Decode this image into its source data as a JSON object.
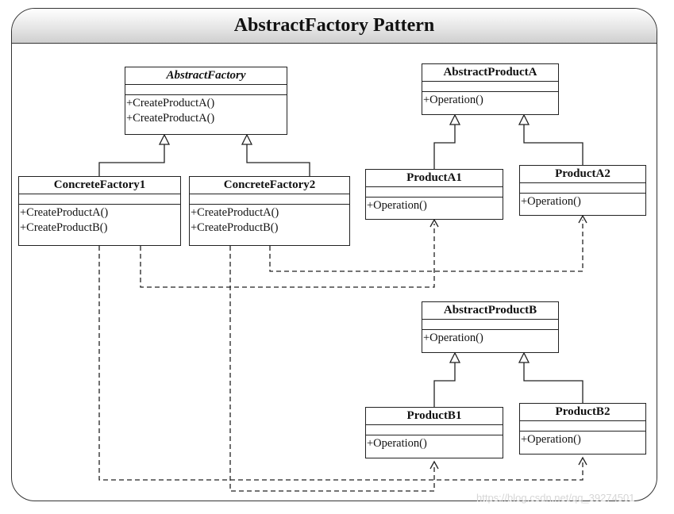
{
  "title": "AbstractFactory Pattern",
  "classes": {
    "abstract_factory": {
      "name": "AbstractFactory",
      "ops": [
        "+CreateProductA()",
        "+CreateProductA()"
      ]
    },
    "concrete_factory1": {
      "name": "ConcreteFactory1",
      "ops": [
        "+CreateProductA()",
        "+CreateProductB()"
      ]
    },
    "concrete_factory2": {
      "name": "ConcreteFactory2",
      "ops": [
        "+CreateProductA()",
        "+CreateProductB()"
      ]
    },
    "abstract_product_a": {
      "name": "AbstractProductA",
      "ops": [
        "+Operation()"
      ]
    },
    "product_a1": {
      "name": "ProductA1",
      "ops": [
        "+Operation()"
      ]
    },
    "product_a2": {
      "name": "ProductA2",
      "ops": [
        "+Operation()"
      ]
    },
    "abstract_product_b": {
      "name": "AbstractProductB",
      "ops": [
        "+Operation()"
      ]
    },
    "product_b1": {
      "name": "ProductB1",
      "ops": [
        "+Operation()"
      ]
    },
    "product_b2": {
      "name": "ProductB2",
      "ops": [
        "+Operation()"
      ]
    }
  },
  "watermark": "https://blog.csdn.net/qq_39274501"
}
